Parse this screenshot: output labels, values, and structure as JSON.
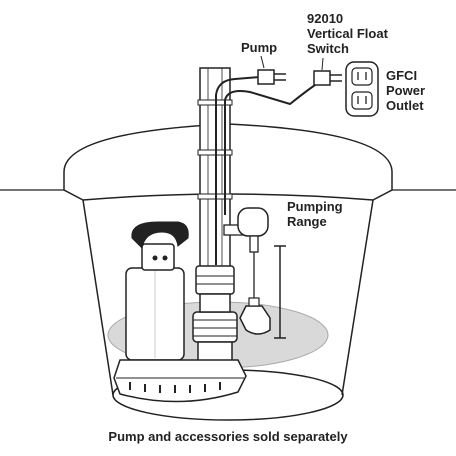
{
  "labels": {
    "pump": "Pump",
    "switch_model": "92010",
    "switch_line1": "Vertical Float",
    "switch_line2": "Switch",
    "gfci_line1": "GFCI",
    "gfci_line2": "Power",
    "gfci_line3": "Outlet",
    "range_line1": "Pumping",
    "range_line2": "Range"
  },
  "caption": "Pump and accessories sold separately",
  "colors": {
    "line": "#222222",
    "water": "#d9d9d9",
    "background": "#ffffff"
  }
}
